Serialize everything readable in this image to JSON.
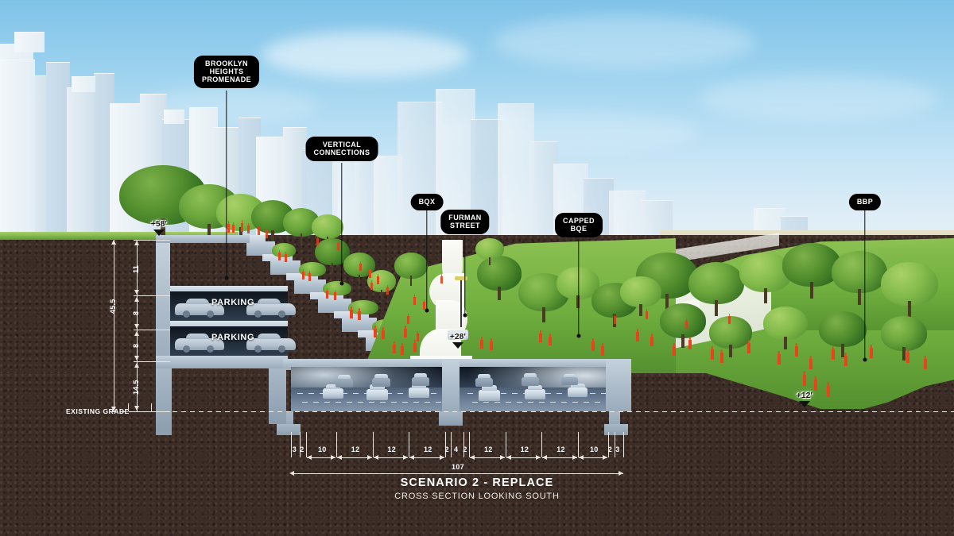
{
  "title": {
    "main": "SCENARIO 2 - REPLACE",
    "sub": "CROSS SECTION LOOKING SOUTH"
  },
  "callouts": [
    {
      "id": "brooklyn-heights-promenade",
      "label": "BROOKLYN\nHEIGHTS\nPROMENADE"
    },
    {
      "id": "vertical-connections",
      "label": "VERTICAL\nCONNECTIONS"
    },
    {
      "id": "bqx",
      "label": "BQX"
    },
    {
      "id": "furman-street",
      "label": "FURMAN\nSTREET"
    },
    {
      "id": "capped-bqe",
      "label": "CAPPED\nBQE"
    },
    {
      "id": "bbp",
      "label": "BBP"
    }
  ],
  "elevations": [
    {
      "id": "elev-58",
      "label": "+58'"
    },
    {
      "id": "elev-28",
      "label": "+28'"
    },
    {
      "id": "elev-12",
      "label": "+12'"
    }
  ],
  "grade": {
    "label": "EXISTING GRADE"
  },
  "levels": [
    {
      "id": "parking-upper",
      "label": "PARKING"
    },
    {
      "id": "parking-lower",
      "label": "PARKING"
    }
  ],
  "vertical_dimensions": {
    "overall": "45.5",
    "segments": [
      "11",
      "8",
      "8",
      "14.5"
    ]
  },
  "horizontal_dimensions": {
    "overall": "107",
    "segments": [
      "3",
      "2",
      "10",
      "12",
      "12",
      "12",
      "2",
      "4",
      "2",
      "12",
      "12",
      "12",
      "10",
      "2",
      "3"
    ]
  },
  "colors": {
    "callout_bg": "#000000",
    "callout_text": "#ffffff",
    "people": "#e8441c",
    "earth": "#3b2c26",
    "concrete": "#aebdcb",
    "sky_top": "#7fc2e8",
    "water": "#a9d6e6",
    "lawn": "#6fae3e"
  }
}
